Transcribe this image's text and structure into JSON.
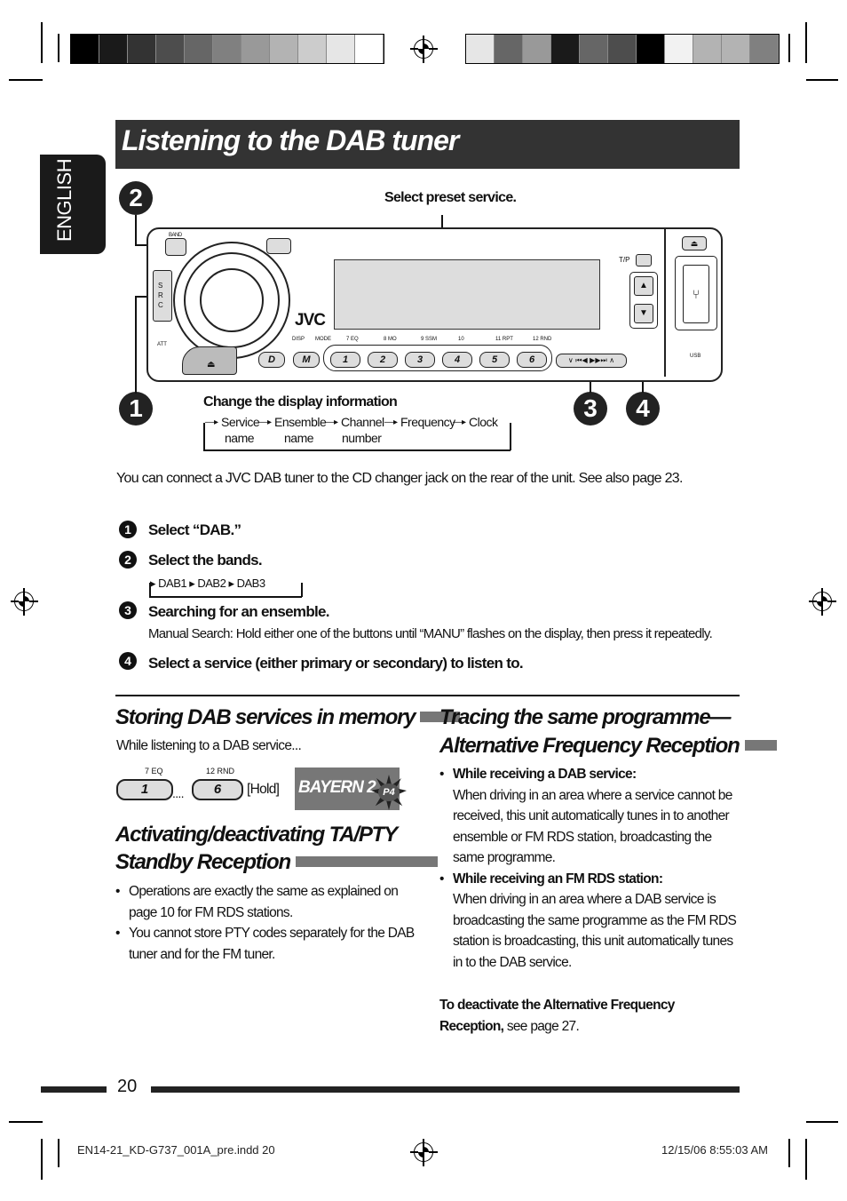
{
  "page": {
    "title": "Listening to the DAB tuner",
    "language_tab": "ENGLISH",
    "page_number": "20"
  },
  "diagram": {
    "select_preset": "Select preset service.",
    "change_display": "Change the display information",
    "display_sequence": [
      "Service",
      "Ensemble",
      "Channel",
      "Frequency",
      "Clock"
    ],
    "display_sequence_sub": [
      "name",
      "name",
      "number"
    ],
    "callouts": [
      "1",
      "2",
      "3",
      "4"
    ],
    "brand": "JVC",
    "labels": {
      "band": "BAND",
      "src": "S R C",
      "att": "ATT",
      "disp": "DISP",
      "mode": "MODE",
      "tp": "T/P",
      "usb": "USB",
      "d_btn": "D",
      "m_btn": "M"
    },
    "preset_labels": [
      "7  EQ",
      "8  MO",
      "9  SSM",
      "10",
      "11  RPT",
      "12  RND"
    ],
    "preset_buttons": [
      "1",
      "2",
      "3",
      "4",
      "5",
      "6"
    ]
  },
  "intro": "You can connect a JVC DAB tuner to the CD changer jack on the rear of the unit. See also page 23.",
  "steps": [
    {
      "num": "1",
      "text": "Select “DAB.”"
    },
    {
      "num": "2",
      "text": "Select the bands."
    },
    {
      "num": "3",
      "text": "Searching for an ensemble."
    },
    {
      "num": "4",
      "text": "Select a service (either primary or secondary) to listen to."
    }
  ],
  "band_sequence": [
    "DAB1",
    "DAB2",
    "DAB3"
  ],
  "manual_search": "Manual Search: Hold either one of the buttons until “MANU” flashes on the display, then press it repeatedly.",
  "storing": {
    "heading": "Storing DAB services in memory",
    "text": "While listening to a DAB service...",
    "key1_label": "7  EQ",
    "key1": "1",
    "dots": "....",
    "key2_label": "12  RND",
    "key2": "6",
    "hold": "[Hold]",
    "station": "BAYERN 2",
    "preset_badge": "P4"
  },
  "ta_pty": {
    "heading_line1": "Activating/deactivating TA/PTY",
    "heading_line2": "Standby Reception",
    "bullets": [
      "Operations are exactly the same as explained on page 10 for FM RDS stations.",
      "You cannot store PTY codes separately for the DAB tuner and for the FM tuner."
    ]
  },
  "af": {
    "heading_line1": "Tracing the same programme—",
    "heading_line2": "Alternative Frequency Reception",
    "b1_title": "While receiving a DAB service:",
    "b1_text": "When driving in an area where a service cannot be received, this unit automatically tunes in to another ensemble or FM RDS station, broadcasting the same programme.",
    "b2_title": "While receiving an FM RDS station:",
    "b2_text": "When driving in an area where a DAB service is broadcasting the same programme as the FM RDS station is broadcasting, this unit automatically tunes in to the DAB service.",
    "deactivate_bold": "To deactivate the Alternative Frequency Reception,",
    "deactivate_rest": " see page 27."
  },
  "footer": {
    "file": "EN14-21_KD-G737_001A_pre.indd   20",
    "date": "12/15/06   8:55:03 AM"
  },
  "colors": {
    "title_bar": "#333333",
    "accent_gray": "#777777",
    "bars_left": [
      "#000000",
      "#1a1a1a",
      "#333333",
      "#4d4d4d",
      "#666666",
      "#808080",
      "#999999",
      "#b3b3b3",
      "#cccccc",
      "#e6e6e6",
      "#ffffff"
    ],
    "bars_right": [
      "#e6e6e6",
      "#666666",
      "#999999",
      "#1a1a1a",
      "#666666",
      "#4d4d4d",
      "#000000",
      "#f2f2f2",
      "#b3b3b3",
      "#b3b3b3",
      "#808080"
    ]
  }
}
